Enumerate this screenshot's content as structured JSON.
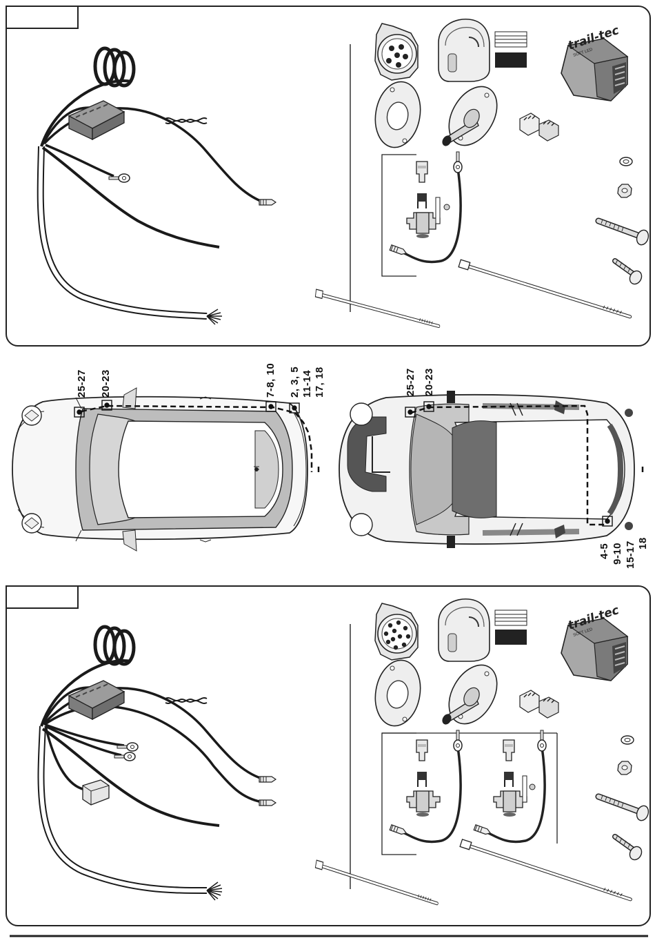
{
  "module_brand": "trail-tec",
  "module_small_text": "SOFT LED",
  "vehicle_left": {
    "labels": [
      "25-27",
      "20-23",
      "7-8, 10",
      "2, 3, 5",
      "11-14",
      "17, 18"
    ]
  },
  "vehicle_right": {
    "top_labels": [
      "25-27",
      "20-23"
    ],
    "bottom_labels": [
      "4-5",
      "9-10",
      "15-17",
      "18"
    ]
  },
  "colors": {
    "line": "#1a1a1a",
    "panel_border": "#222222",
    "grey_light": "#d9d9d9",
    "grey_mid": "#9a9a9a",
    "grey_dark": "#5a5a5a"
  }
}
